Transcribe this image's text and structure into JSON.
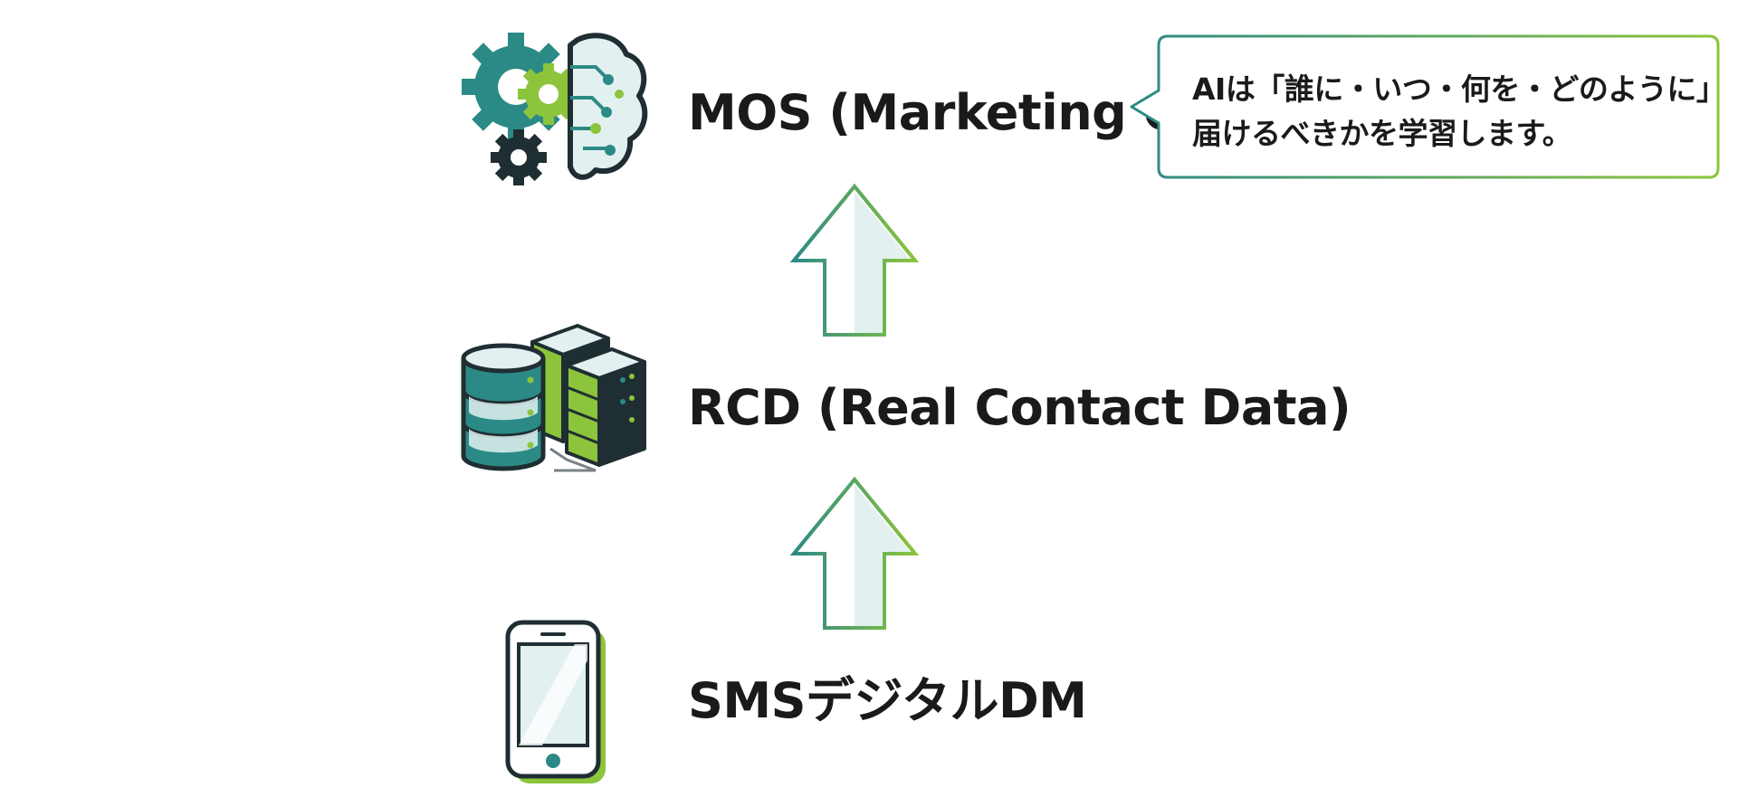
{
  "layers": {
    "top": {
      "label": "MOS (Marketing OS)",
      "icon": "gear-brain-icon"
    },
    "middle": {
      "label": "RCD (Real Contact Data)",
      "icon": "database-server-icon"
    },
    "bottom": {
      "label": "SMSデジタルDM",
      "icon": "smartphone-icon"
    }
  },
  "callout": {
    "line1": "AIは「誰に・いつ・何を・どのように」",
    "line2": "届けるべきかを学習します。"
  },
  "colors": {
    "teal": "#2c8a86",
    "lime": "#8cc43c",
    "dark": "#1f2e33",
    "light_fill": "#e2f1f0"
  }
}
